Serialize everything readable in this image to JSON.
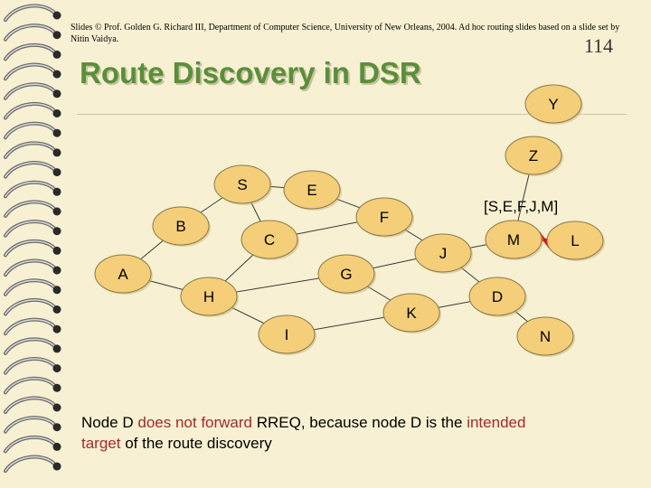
{
  "slide": {
    "credit": "Slides © Prof. Golden G. Richard III, Department of Computer Science, University of New Orleans, 2004. Ad hoc routing slides based on a slide set by Nitin Vaidya.",
    "page_number": "114",
    "title": "Route Discovery in DSR"
  },
  "graph": {
    "nodes": [
      {
        "id": "Y",
        "label": "Y"
      },
      {
        "id": "Z",
        "label": "Z"
      },
      {
        "id": "S",
        "label": "S"
      },
      {
        "id": "E",
        "label": "E"
      },
      {
        "id": "F",
        "label": "F"
      },
      {
        "id": "B",
        "label": "B"
      },
      {
        "id": "C",
        "label": "C"
      },
      {
        "id": "M",
        "label": "M"
      },
      {
        "id": "L",
        "label": "L"
      },
      {
        "id": "J",
        "label": "J"
      },
      {
        "id": "A",
        "label": "A"
      },
      {
        "id": "G",
        "label": "G"
      },
      {
        "id": "H",
        "label": "H"
      },
      {
        "id": "D",
        "label": "D"
      },
      {
        "id": "K",
        "label": "K"
      },
      {
        "id": "I",
        "label": "I"
      },
      {
        "id": "N",
        "label": "N"
      }
    ],
    "edges": [
      [
        "S",
        "E"
      ],
      [
        "S",
        "B"
      ],
      [
        "S",
        "C"
      ],
      [
        "E",
        "F"
      ],
      [
        "F",
        "J"
      ],
      [
        "F",
        "C"
      ],
      [
        "B",
        "A"
      ],
      [
        "C",
        "H"
      ],
      [
        "A",
        "H"
      ],
      [
        "H",
        "G"
      ],
      [
        "H",
        "I"
      ],
      [
        "G",
        "J"
      ],
      [
        "J",
        "M"
      ],
      [
        "J",
        "D"
      ],
      [
        "I",
        "K"
      ],
      [
        "K",
        "G"
      ],
      [
        "K",
        "D"
      ],
      [
        "D",
        "N"
      ],
      [
        "Z",
        "M"
      ]
    ],
    "highlighted_link": [
      "M",
      "L"
    ],
    "route_label": "[S,E,F,J,M]",
    "colors": {
      "node_fill": "#f4ce79",
      "node_outline": "#8a7a4a",
      "edge": "#3a3a3a",
      "highlight": "#e01010"
    }
  },
  "caption": {
    "t1": "Node D ",
    "t2": "does not forward",
    "t3": " RREQ, because node D is the ",
    "t4": "intended target",
    "t5": " of the route discovery"
  }
}
